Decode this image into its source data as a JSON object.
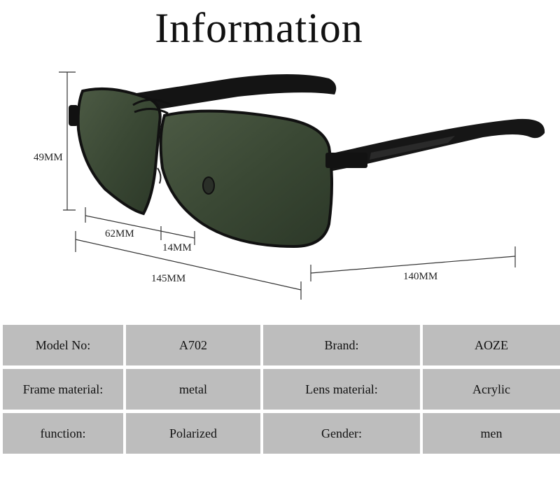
{
  "title": "Information",
  "dimensions": {
    "lens_height": "49MM",
    "lens_width": "62MM",
    "bridge": "14MM",
    "frame_width": "145MM",
    "temple_length": "140MM"
  },
  "specs": [
    [
      {
        "label": "Model No:",
        "value": "A702"
      },
      {
        "label": "Brand:",
        "value": "AOZE"
      }
    ],
    [
      {
        "label": "Frame material:",
        "value": "metal"
      },
      {
        "label": "Lens material:",
        "value": "Acrylic"
      }
    ],
    [
      {
        "label": "function:",
        "value": "Polarized"
      },
      {
        "label": "Gender:",
        "value": "men"
      }
    ]
  ],
  "colors": {
    "lens": "#3c4a36",
    "frame": "#111111",
    "cell": "#bdbdbd"
  }
}
